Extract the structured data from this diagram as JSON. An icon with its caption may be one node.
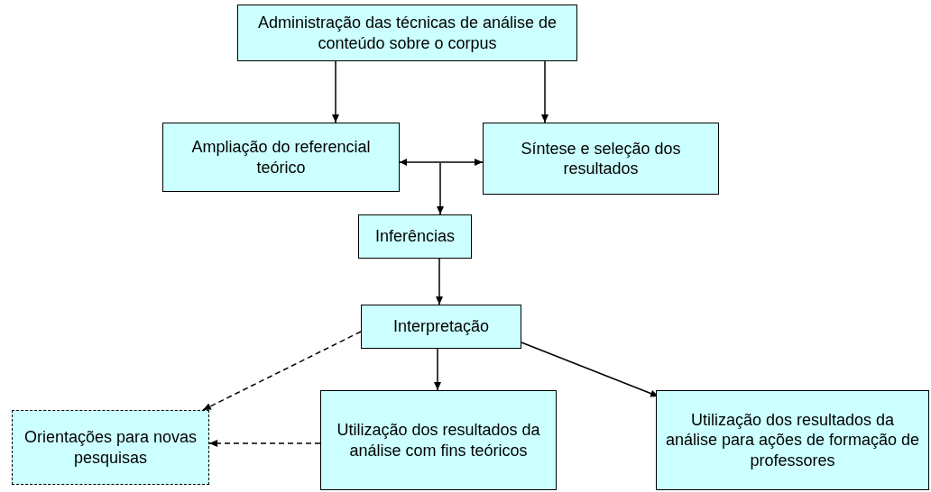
{
  "diagram": {
    "nodes": [
      {
        "text": [
          "Administração das técnicas de análise de conteúdo sobre o corpus"
        ]
      },
      {
        "text": [
          "Ampliação do referencial teórico"
        ]
      },
      {
        "text": [
          "Síntese e seleção dos resultados"
        ]
      },
      {
        "text": [
          "Inferências"
        ]
      },
      {
        "text": [
          "Interpretação"
        ]
      },
      {
        "text": [
          "Orientações para novas pesquisas"
        ]
      },
      {
        "text": [
          "Utilização dos resultados da análise com fins teóricos"
        ]
      },
      {
        "text": [
          "Utilização dos resultados da análise para ações de formação de professores"
        ]
      }
    ],
    "edges": [
      {
        "from": 0,
        "to": 1,
        "arrow": "to"
      },
      {
        "from": 0,
        "to": 2,
        "arrow": "to"
      },
      {
        "from": 1,
        "to": 2,
        "arrow": "both"
      },
      {
        "from": null,
        "to": 3,
        "arrow": "to"
      },
      {
        "from": 3,
        "to": 4,
        "arrow": "to"
      },
      {
        "from": 4,
        "to": 5,
        "arrow": "to",
        "style": "dashed"
      },
      {
        "from": 4,
        "to": 6,
        "arrow": "to"
      },
      {
        "from": 4,
        "to": 7,
        "arrow": "to"
      },
      {
        "from": 6,
        "to": 5,
        "arrow": "to",
        "style": "dashed"
      }
    ]
  }
}
